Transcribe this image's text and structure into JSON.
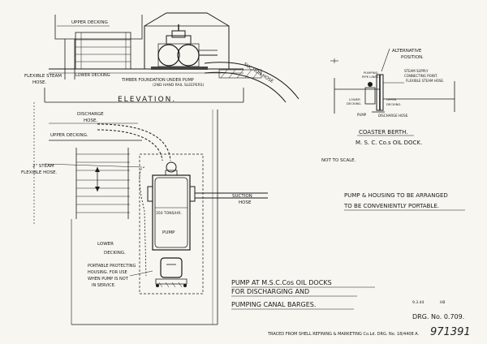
{
  "elevation": {
    "upper_decking": "UPPER DECKING",
    "lower_decking": "LOWER DECKING",
    "flexible_steam_hose_1": "FLEXIBLE STEAM",
    "flexible_steam_hose_2": "HOSE.",
    "timber_foundation": "TIMBER FOUNDATION UNDER PUMP",
    "timber_foundation_note": "(2ND HAND RAIL SLEEPERS)",
    "suction_hose": "SUCTION HOSE",
    "title": "ELEVATION."
  },
  "plan": {
    "discharge_hose_1": "DISCHARGE",
    "discharge_hose_2": "HOSE.",
    "upper_decking": "UPPER DECKING.",
    "steam_hose_1": "2\" STEAM",
    "steam_hose_2": "FLEXIBLE HOSE.",
    "suction_hose_1": "SUCTION",
    "suction_hose_2": "HOSE",
    "pump_rating": "350 TONS/HR.",
    "pump": "PUMP",
    "lower_decking_1": "LOWER",
    "lower_decking_2": "DECKING.",
    "housing_1": "PORTABLE PROTECTING",
    "housing_2": "HOUSING. FOR USE",
    "housing_3": "WHEN PUMP IS NOT",
    "housing_4": "IN SERVICE."
  },
  "coaster": {
    "alternative_1": "ALTERNATIVE",
    "alternative_2": "POSITION.",
    "pumping_pipe_line_1": "PUMPING",
    "pumping_pipe_line_2": "PIPE LINES.",
    "steam_supply_1": "STEAM SUPPLY",
    "steam_supply_2": "CONNECTING POINT.",
    "steam_supply_3": "FLEXIBLE STEAM HOSE.",
    "lower_decking_1": "LOWER",
    "lower_decking_2": "DECKING.",
    "upper_decking_1": "UPPER",
    "upper_decking_2": "DECKING.",
    "pump": "PUMP",
    "discharge_hose": "DISCHARGE HOSE.",
    "title_1": "COASTER BERTH.",
    "title_2": "M. S. C. Co.s OIL DOCK."
  },
  "notes": {
    "scale": "NOT TO SCALE.",
    "portable_1": "PUMP & HOUSING TO BE ARRANGED",
    "portable_2": "TO BE CONVENIENTLY PORTABLE."
  },
  "title_block": {
    "line1": "PUMP AT M.S.C.Cos OIL DOCKS",
    "line2": "FOR DISCHARGING AND",
    "line3": "PUMPING CANAL BARGES.",
    "date": "9.3.44",
    "initials": "HB",
    "drawing_number": "DRG. No. 0.709.",
    "traced_from": "TRACED FROM  SHELL REFINING & MARKETING Co.Ld. DRG. No. 18/4408 A.",
    "catalogue_number": "971391"
  }
}
